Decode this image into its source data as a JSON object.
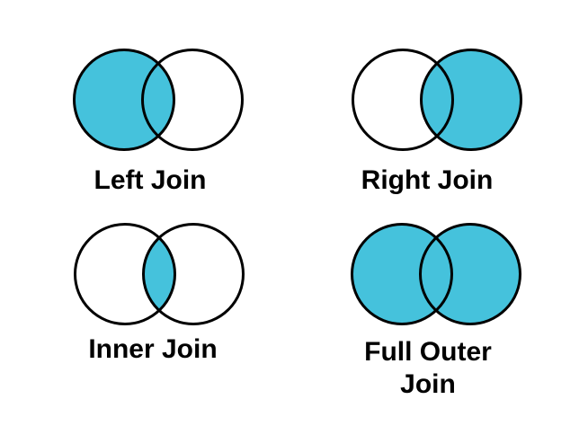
{
  "colors": {
    "venn_fill": "#45C2DC",
    "venn_empty": "#FFFFFF",
    "venn_stroke": "#000000",
    "label_text": "#000000",
    "background": "#FFFFFF"
  },
  "diagrams": [
    {
      "label": "Left Join",
      "left_filled": true,
      "right_filled": false,
      "intersection_filled": true
    },
    {
      "label": "Right Join",
      "left_filled": false,
      "right_filled": true,
      "intersection_filled": true
    },
    {
      "label": "Inner Join",
      "left_filled": false,
      "right_filled": false,
      "intersection_filled": true
    },
    {
      "label": "Full Outer Join",
      "left_filled": true,
      "right_filled": true,
      "intersection_filled": true
    }
  ]
}
